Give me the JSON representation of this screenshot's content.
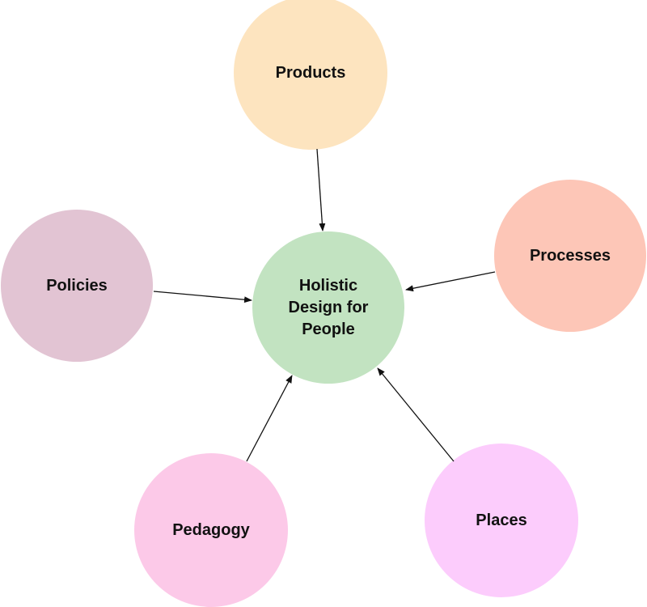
{
  "diagram": {
    "center": {
      "label": "Holistic Design for People",
      "lines": [
        "Holistic",
        "Design for",
        "People"
      ],
      "color": "#c2e3c1"
    },
    "nodes": [
      {
        "id": "products",
        "label": "Products",
        "color": "#fde4bf"
      },
      {
        "id": "processes",
        "label": "Processes",
        "color": "#fdc6b7"
      },
      {
        "id": "policies",
        "label": "Policies",
        "color": "#e2c4d3"
      },
      {
        "id": "pedagogy",
        "label": "Pedagogy",
        "color": "#fcc9e8"
      },
      {
        "id": "places",
        "label": "Places",
        "color": "#fcccfc"
      }
    ],
    "edges": [
      {
        "from": "products",
        "to": "center"
      },
      {
        "from": "processes",
        "to": "center"
      },
      {
        "from": "policies",
        "to": "center"
      },
      {
        "from": "pedagogy",
        "to": "center"
      },
      {
        "from": "places",
        "to": "center"
      }
    ]
  }
}
